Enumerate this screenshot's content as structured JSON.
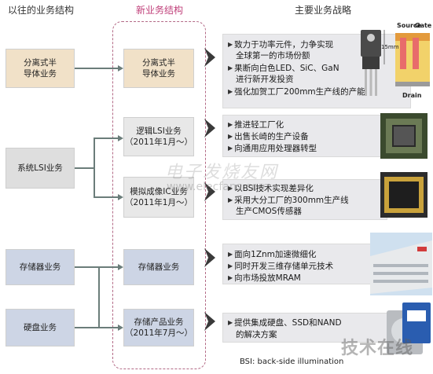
{
  "headers": {
    "old": "以往的业务结构",
    "new": "新业务结构",
    "strategy": "主要业务战略"
  },
  "old_structure": [
    "分离式半\n导体业务",
    "系统LSI业务",
    "存储器业务",
    "硬盘业务"
  ],
  "new_structure": [
    "分离式半\n导体业务",
    "逻辑LSI业务\n（2011年1月～）",
    "模拟成像IC业务\n（2011年1月～）",
    "存储器业务",
    "存储产品业务\n（2011年7月～）"
  ],
  "strategies": {
    "discrete": {
      "b1": "致力于功率元件，力争实现",
      "b1_cont": "全球第一的市场份额",
      "b2": "果断向白色LED、SiC、GaN",
      "b2_cont": "进行新开发投资",
      "b3": "强化加贺工厂200mm生产线的产能"
    },
    "logic": {
      "b1": "推进轻工厂化",
      "b2": "出售长崎的生产设备",
      "b3": "向通用应用处理器转型"
    },
    "analog": {
      "b1": "以BSI技术实现差异化",
      "b2": "采用大分工厂的300mm生产线",
      "b2_cont": "生产CMOS传感器"
    },
    "memory": {
      "b1": "面向1Znm加速微细化",
      "b2": "同时开发三维存储单元技术",
      "b3": "向市场投放MRAM"
    },
    "storage": {
      "b1": "提供集成硬盘、SSD和NAND",
      "b1_cont": "的解决方案"
    }
  },
  "device_labels": {
    "source": "Source",
    "gate": "Gate",
    "drain": "Drain",
    "dimension": "15mm"
  },
  "footnote": "BSI: back-side illumination",
  "watermark": {
    "title": "电子发烧友网",
    "url": "www.elecfans.com",
    "stamp": "技术在线"
  },
  "colors": {
    "beige": "#f1e1c8",
    "gray": "#dedede",
    "blue": "#cdd5e5",
    "connector": "#6b7d7a",
    "new_header": "#c0407a"
  }
}
